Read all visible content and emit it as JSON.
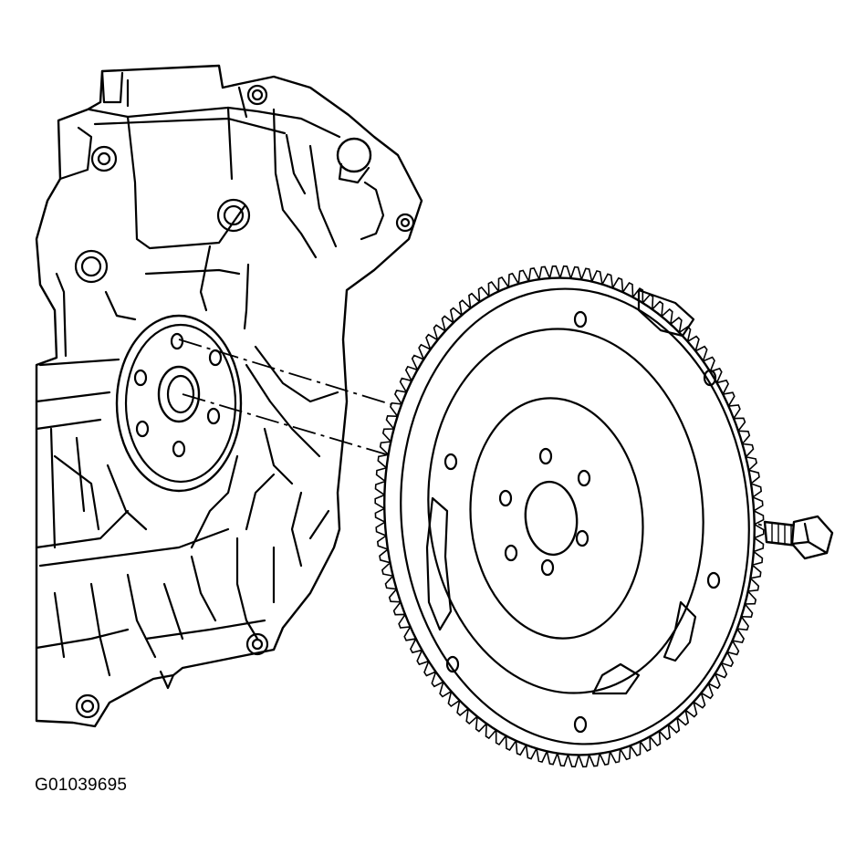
{
  "figure": {
    "id_label": "G01039695"
  },
  "parts": {
    "engine_block": "engine-block-rear",
    "crankshaft_flange": "crankshaft-flange",
    "flywheel": "flywheel-with-ring-gear",
    "bolt": "flywheel-bolt"
  },
  "colors": {
    "line": "#000000",
    "background": "#ffffff"
  }
}
